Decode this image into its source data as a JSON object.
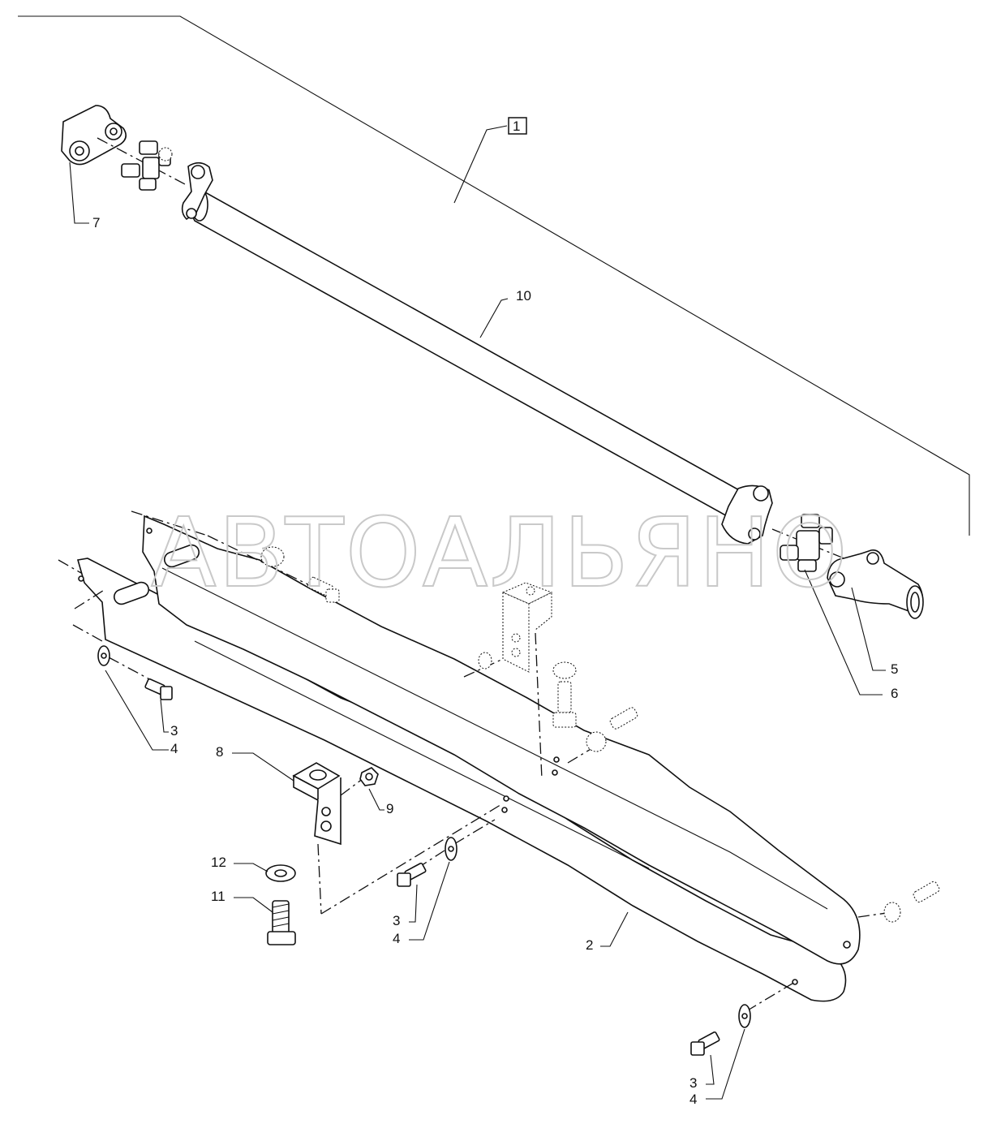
{
  "watermark": "АВТОАЛЬЯНО",
  "callouts": {
    "assembly": "1",
    "p2": "2",
    "p3a": "3",
    "p4a": "4",
    "p3b": "3",
    "p4b": "4",
    "p3c": "3",
    "p4c": "4",
    "p5": "5",
    "p6": "6",
    "p7": "7",
    "p8": "8",
    "p9": "9",
    "p10": "10",
    "p11": "11",
    "p12": "12"
  }
}
